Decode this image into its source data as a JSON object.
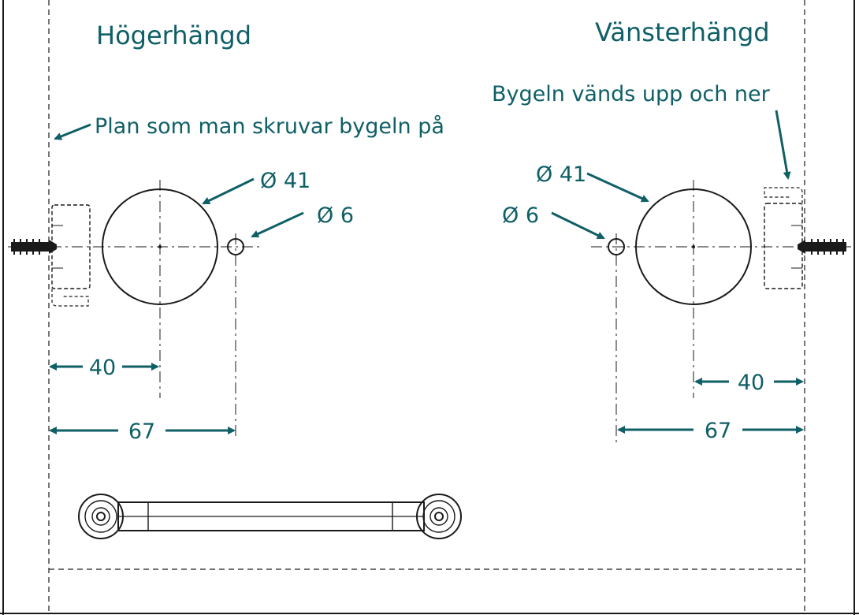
{
  "colors": {
    "accent": "#0f5f66",
    "drawing": "#1a1a1a",
    "background": "#ffffff"
  },
  "left_panel": {
    "title": "Högerhängd",
    "mount_note": "Plan som man skruvar bygeln på",
    "hole_large": "Ø 41",
    "hole_small": "Ø 6",
    "dim_short": "40",
    "dim_long": "67"
  },
  "right_panel": {
    "title": "Vänsterhängd",
    "flip_note": "Bygeln vänds upp och ner",
    "hole_large": "Ø 41",
    "hole_small": "Ø 6",
    "dim_short": "40",
    "dim_long": "67"
  },
  "icons": [
    "screw-icon",
    "handle-bracket-icon"
  ]
}
